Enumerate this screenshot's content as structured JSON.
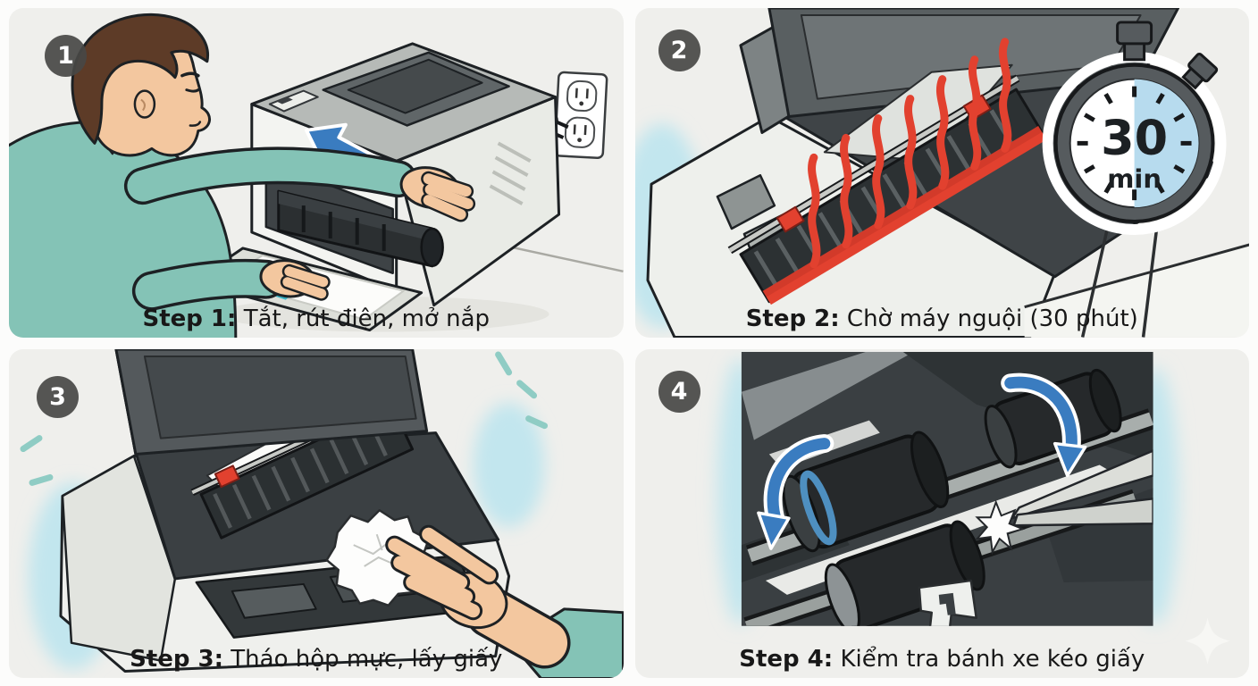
{
  "steps": [
    {
      "number": "1",
      "label_prefix": "Step 1:",
      "label": "Tắt, rút điện, mở nắp"
    },
    {
      "number": "2",
      "label_prefix": "Step 2:",
      "label": "Chờ máy nguội (30 phút)"
    },
    {
      "number": "3",
      "label_prefix": "Step 3:",
      "label": "Tháo hộp mực, lấy giấy"
    },
    {
      "number": "4",
      "label_prefix": "Step 4:",
      "label": "Kiểm tra bánh xe kéo giấy"
    }
  ],
  "stopwatch": {
    "value": "30",
    "unit": "min"
  },
  "icons": {
    "step_badge": "numbered-circle-badge",
    "unplug_arrow": "blue-direction-arrow",
    "open_cover_arrow": "blue-direction-arrow",
    "stopwatch": "stopwatch-half-blue-dial",
    "rotation_arrows": "curved-blue-rotation-arrows",
    "tweezers": "tweezers",
    "sparkle": "four-point-sparkle"
  },
  "colors": {
    "gutter_bg": "#fcfcfb",
    "panel_bg": "#efefec",
    "badge_bg": "#484845",
    "badge_text": "#ffffff",
    "caption_text": "#181818",
    "arrow_blue": "#3a7cc0",
    "heat_red": "#e2412f",
    "shirt_teal": "#84c3b6",
    "skin": "#f3c79f",
    "hair_brown": "#5d3b27",
    "glow_cyan": "#c2e6ee",
    "stopwatch_blue": "#b7dbee",
    "printer_dark": "#43484b",
    "printer_light": "#f0f1ee"
  }
}
